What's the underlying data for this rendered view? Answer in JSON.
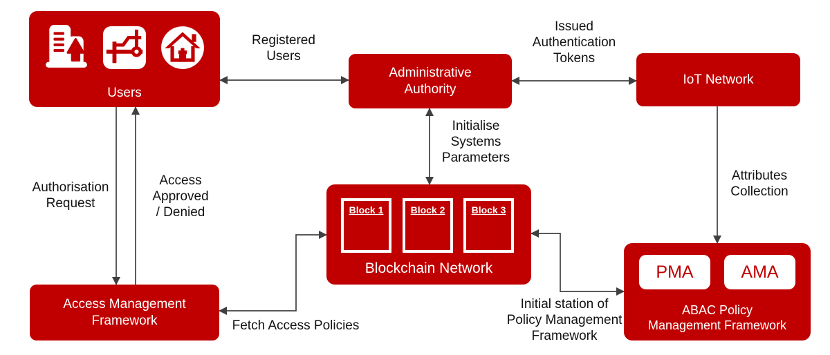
{
  "title": "Blockchain-based ABAC IoT access management architecture diagram",
  "colors": {
    "node_red": "#C00000",
    "node_text": "#FFFFFF",
    "module_text": "#C00000",
    "arrow": "#404040",
    "label_text": "#111111",
    "background": "#FFFFFF"
  },
  "nodes": {
    "users": {
      "label": "Users",
      "icons": [
        "building-tree-icon",
        "route-icon",
        "home-plus-icon"
      ]
    },
    "admin": {
      "label": "Administrative\nAuthority"
    },
    "iot": {
      "label": "IoT Network"
    },
    "blockchain": {
      "label": "Blockchain Network",
      "blocks": [
        "Block 1",
        "Block 2",
        "Block 3"
      ]
    },
    "amf": {
      "label": "Access Management\nFramework"
    },
    "abac": {
      "label": "ABAC Policy\nManagement Framework",
      "modules": [
        "PMA",
        "AMA"
      ]
    }
  },
  "edges": {
    "registered_users": {
      "label": "Registered\nUsers",
      "between": [
        "Users",
        "Administrative Authority"
      ],
      "direction": "both"
    },
    "issued_tokens": {
      "label": "Issued\nAuthentication\nTokens",
      "between": [
        "Administrative Authority",
        "IoT Network"
      ],
      "direction": "both"
    },
    "initialise_params": {
      "label": "Initialise\nSystems\nParameters",
      "between": [
        "Administrative Authority",
        "Blockchain Network"
      ],
      "direction": "both"
    },
    "attributes_collection": {
      "label": "Attributes\nCollection",
      "between": [
        "IoT Network",
        "ABAC Policy Management Framework"
      ],
      "direction": "down"
    },
    "authorisation_request": {
      "label": "Authorisation\nRequest",
      "between": [
        "Users",
        "Access Management Framework"
      ],
      "direction": "down"
    },
    "access_approved": {
      "label": "Access\nApproved\n/ Denied",
      "between": [
        "Access Management Framework",
        "Users"
      ],
      "direction": "up"
    },
    "fetch_policies": {
      "label": "Fetch Access Policies",
      "between": [
        "Access Management Framework",
        "Blockchain Network"
      ],
      "direction": "both"
    },
    "initial_station": {
      "label": "Initial station of\nPolicy Management\nFramework",
      "between": [
        "Blockchain Network",
        "ABAC Policy Management Framework"
      ],
      "direction": "both"
    }
  }
}
